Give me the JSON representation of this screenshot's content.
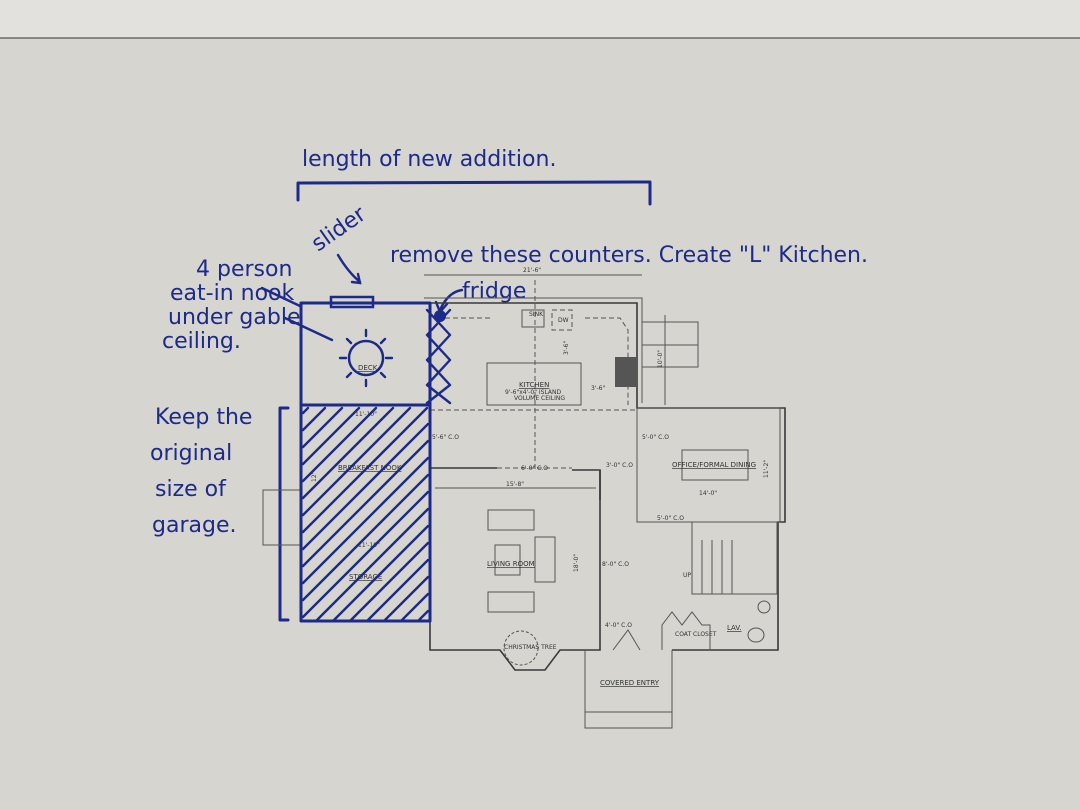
{
  "notes": {
    "title": "length of new addition.",
    "slider": "slider",
    "remove_counters": "remove these counters. Create \"L\" Kitchen.",
    "fridge": "fridge",
    "nook": [
      "4 person",
      "eat-in nook",
      "under gable",
      "ceiling."
    ],
    "garage": [
      "Keep the",
      "original",
      "size of",
      "garage."
    ]
  },
  "plan": {
    "kitchen_width": "21'-6\"",
    "kitchen": "KITCHEN",
    "island": "9'-6\"x4'-0\" ISLAND",
    "volume_ceiling": "VOLUME CEILING",
    "dim_3_6_a": "3'-6\"",
    "dim_3_6_b": "3'-6\"",
    "dim_10_0": "10'-0\"",
    "dw": "DW",
    "sink": "SINK",
    "deck": "DECK",
    "nook_width": "11'-10\"",
    "breakfast_nook": "BREAKFAST NOOK",
    "nook_depth": "12'",
    "storage_width": "11'-10\"",
    "storage": "STORAGE",
    "co_5_6": "5'-6\" C.O",
    "co_6_0": "6'-0\" C.O",
    "co_3_0": "3'-0\" C.O",
    "co_5_0a": "5'-0\" C.O",
    "office": "OFFICE/FORMAL DINING",
    "office_depth": "11'-2\"",
    "office_width": "14'-0\"",
    "co_5_0b": "5'-0\" C.O",
    "living_width": "15'-8\"",
    "living_room": "LIVING ROOM",
    "living_depth": "18'-0\"",
    "co_8_0": "8'-0\" C.O",
    "co_4_0": "4'-0\" C.O",
    "up": "UP",
    "coat_closet": "COAT CLOSET",
    "lav": "LAV.",
    "christmas_tree": "CHRISTMAS TREE",
    "covered_entry": "COVERED ENTRY"
  },
  "colors": {
    "ink": "#1c2a8a",
    "paper": "#d6d5d0"
  }
}
